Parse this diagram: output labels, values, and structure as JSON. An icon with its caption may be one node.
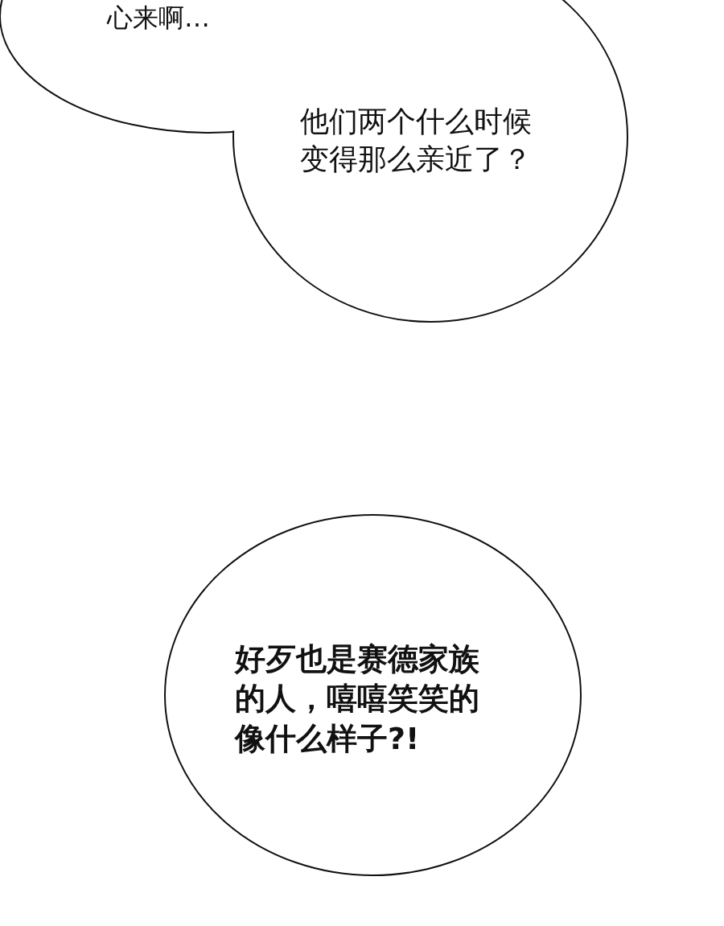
{
  "diagram": {
    "nodes": [
      {
        "text": [
          "心来啊…"
        ]
      },
      {
        "text": [
          "他们两个什么时候变得那么亲近了？"
        ]
      },
      {
        "text": [
          "好歹也是赛德家族的人，嘻嘻笑笑的像什么样子?!"
        ]
      }
    ]
  }
}
